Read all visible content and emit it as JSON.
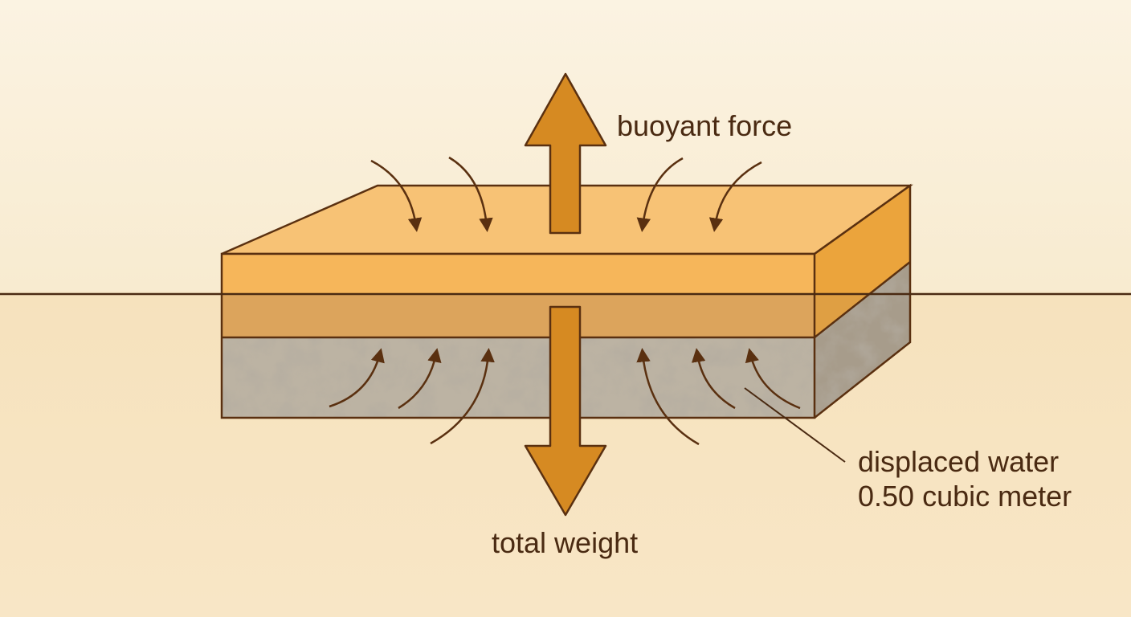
{
  "labels": {
    "buoyant_force": "buoyant force",
    "total_weight": "total weight",
    "displaced_water_line1": "displaced water",
    "displaced_water_line2": "0.50 cubic meter"
  },
  "colors": {
    "background_upper": "#f9efd9",
    "background_lower": "#f6e3bf",
    "outline": "#5a3010",
    "arrow_fill": "#d68a22",
    "slab_top": "#f7c275",
    "slab_front_top": "#f5b558",
    "slab_front_submerged": "#dba35a",
    "slab_side": "#eda53e",
    "stone": "#b9b0a1",
    "waterline": "#4a2a12",
    "text": "#4a2a12"
  }
}
